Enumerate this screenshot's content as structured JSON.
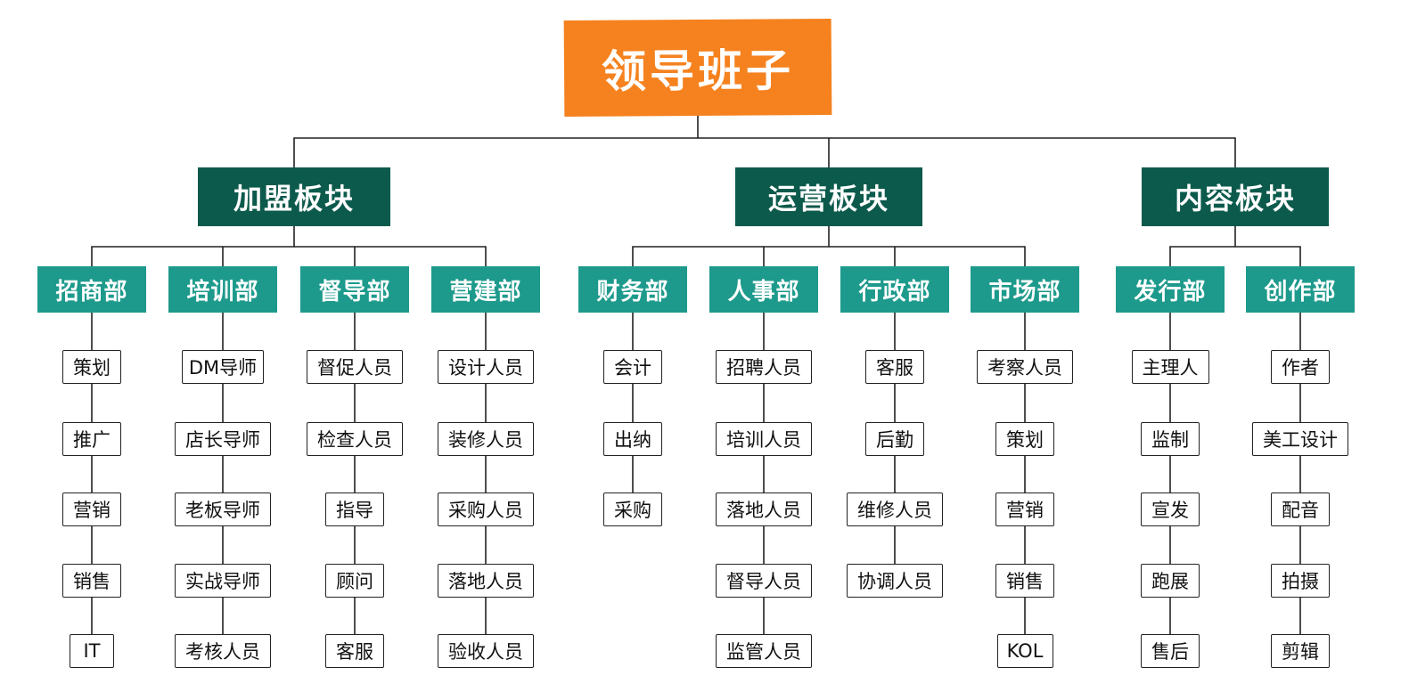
{
  "root": {
    "label": "领导班子",
    "color": "#f5821f"
  },
  "colors": {
    "section": "#0c5a4c",
    "dept": "#1d9a8c",
    "line": "#222222"
  },
  "sections": [
    {
      "label": "加盟板块",
      "departments": [
        {
          "label": "招商部",
          "roles": [
            "策划",
            "推广",
            "营销",
            "销售",
            "IT"
          ]
        },
        {
          "label": "培训部",
          "roles": [
            "DM导师",
            "店长导师",
            "老板导师",
            "实战导师",
            "考核人员"
          ]
        },
        {
          "label": "督导部",
          "roles": [
            "督促人员",
            "检查人员",
            "指导",
            "顾问",
            "客服"
          ]
        },
        {
          "label": "营建部",
          "roles": [
            "设计人员",
            "装修人员",
            "采购人员",
            "落地人员",
            "验收人员"
          ]
        }
      ]
    },
    {
      "label": "运营板块",
      "departments": [
        {
          "label": "财务部",
          "roles": [
            "会计",
            "出纳",
            "采购"
          ]
        },
        {
          "label": "人事部",
          "roles": [
            "招聘人员",
            "培训人员",
            "落地人员",
            "督导人员",
            "监管人员"
          ]
        },
        {
          "label": "行政部",
          "roles": [
            "客服",
            "后勤",
            "维修人员",
            "协调人员"
          ]
        },
        {
          "label": "市场部",
          "roles": [
            "考察人员",
            "策划",
            "营销",
            "销售",
            "KOL"
          ]
        }
      ]
    },
    {
      "label": "内容板块",
      "departments": [
        {
          "label": "发行部",
          "roles": [
            "主理人",
            "监制",
            "宣发",
            "跑展",
            "售后"
          ]
        },
        {
          "label": "创作部",
          "roles": [
            "作者",
            "美工设计",
            "配音",
            "拍摄",
            "剪辑"
          ]
        }
      ]
    }
  ]
}
